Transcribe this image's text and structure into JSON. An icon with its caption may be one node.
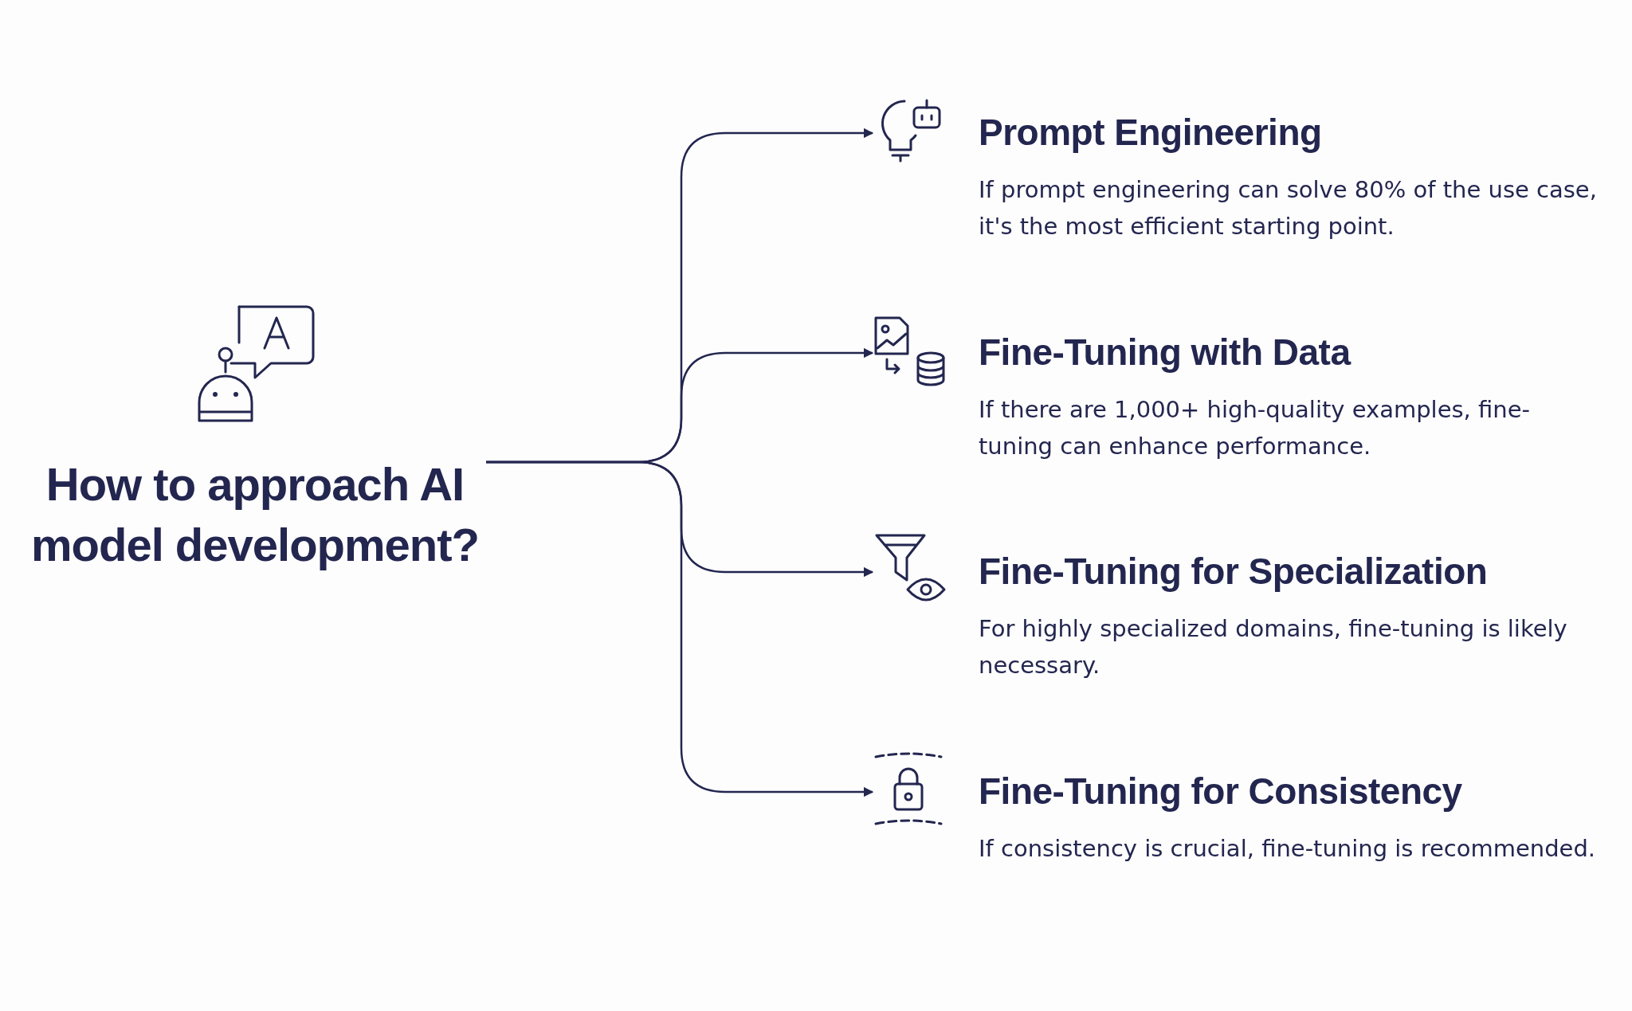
{
  "diagram": {
    "nodes": [
      {
        "text": [
          "How to approach AI model development?"
        ]
      },
      {
        "text": [
          "Prompt Engineering",
          "If prompt engineering can solve 80% of the use case, it's the most efficient starting point."
        ]
      },
      {
        "text": [
          "Fine-Tuning with Data",
          "If there are 1,000+ high-quality examples, fine-tuning can enhance performance."
        ]
      },
      {
        "text": [
          "Fine-Tuning for Specialization",
          "For highly specialized domains, fine-tuning is likely necessary."
        ]
      },
      {
        "text": [
          "Fine-Tuning for Consistency",
          "If consistency is crucial, fine-tuning is recommended."
        ]
      }
    ],
    "edges": [
      {
        "from": 0,
        "to": 1,
        "arrow": "to"
      },
      {
        "from": 0,
        "to": 2,
        "arrow": "to"
      },
      {
        "from": 0,
        "to": 3,
        "arrow": "to"
      },
      {
        "from": 0,
        "to": 4,
        "arrow": "to"
      }
    ]
  }
}
